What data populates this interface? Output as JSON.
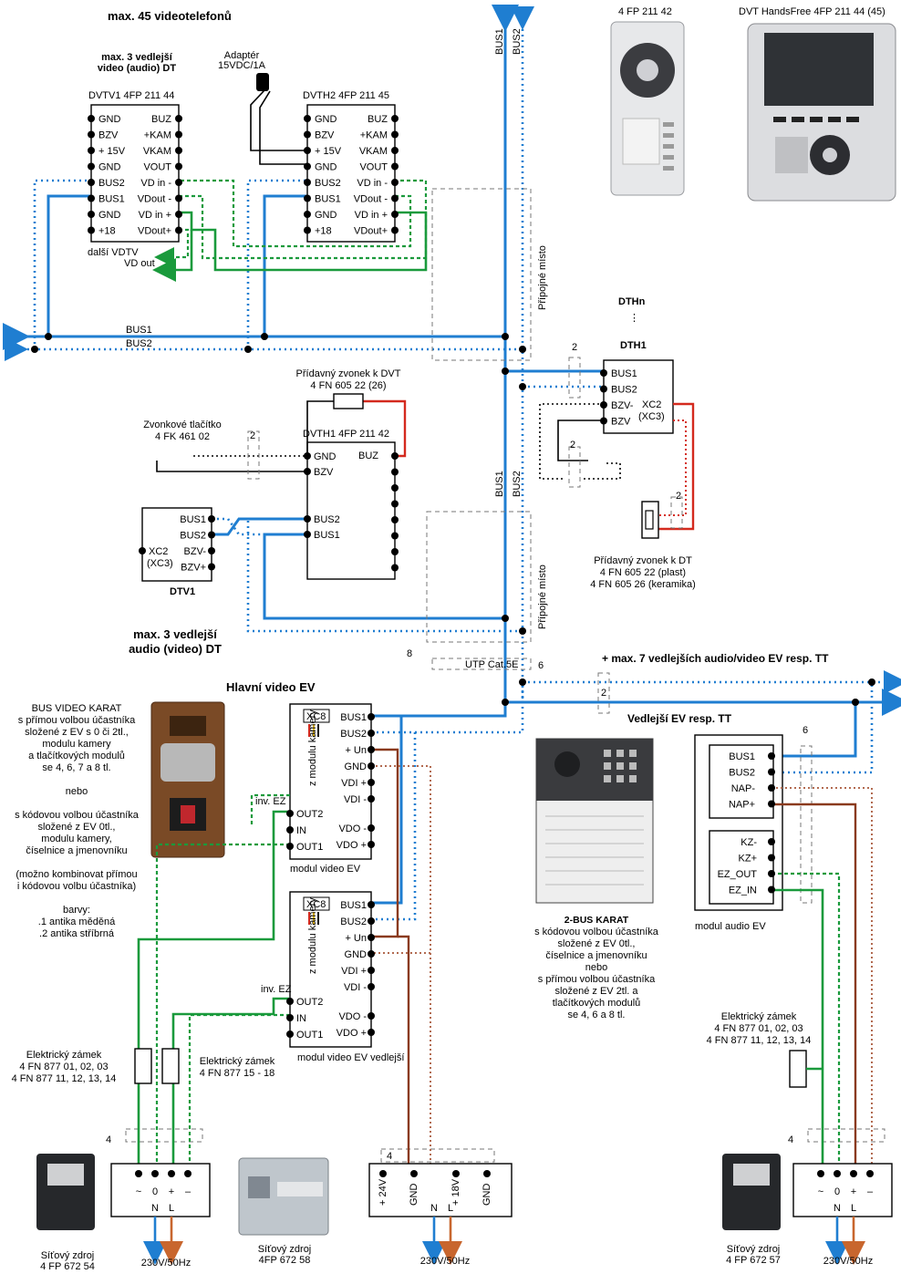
{
  "headings": {
    "max45": "max. 45 videotelefonů",
    "max3_video_l1": "max. 3 vedlejší",
    "max3_video_l2": "video (audio) DT",
    "max3_audio_l1": "max. 3 vedlejší",
    "max3_audio_l2": "audio (video) DT",
    "hlavni_ev": "Hlavní video EV",
    "vedlejsi_ev": "Vedlejší EV resp. TT",
    "max7": "+ max. 7 vedlejších audio/video EV resp. TT"
  },
  "adapter": {
    "l1": "Adaptér",
    "l2": "15VDC/1A"
  },
  "dvtv1": {
    "title": "DVTV1  4FP 211 44",
    "left": [
      "GND",
      "BZV",
      "+ 15V",
      "GND",
      "BUS2",
      "BUS1",
      "GND",
      "+18"
    ],
    "right": [
      "BUZ",
      "+KAM",
      "VKAM",
      "VOUT",
      "VD in -",
      "VDout -",
      "VD in +",
      "VDout+"
    ],
    "dalsi": "další VDTV",
    "vdout": "VD out"
  },
  "dvth2": {
    "title": "DVTH2  4FP 211 45",
    "left": [
      "GND",
      "BZV",
      "+ 15V",
      "GND",
      "BUS2",
      "BUS1",
      "GND",
      "+18"
    ],
    "right": [
      "BUZ",
      "+KAM",
      "VKAM",
      "VOUT",
      "VD in -",
      "VDout -",
      "VD in +",
      "VDout+"
    ]
  },
  "bus": {
    "bus1": "BUS1",
    "bus2": "BUS2"
  },
  "pripojne": "Přípojné místo",
  "products": {
    "p1": "4 FP 211 42",
    "p2": "DVT HandsFree 4FP 211 44 (45)"
  },
  "dthn": {
    "dthn": "DTHn",
    "dth1": "DTH1",
    "pins": [
      "BUS1",
      "BUS2",
      "BZV-",
      "BZV"
    ],
    "xc2": "XC2",
    "xc3": "(XC3)"
  },
  "pridavny_dvt": {
    "l1": "Přídavný zvonek k DVT",
    "l2": "4 FN 605 22 (26)"
  },
  "zvonkove": {
    "l1": "Zvonkové tlačítko",
    "l2": "4 FK 461 02"
  },
  "dvth1": {
    "title": "DVTH1  4FP 211 42",
    "pins": [
      "GND",
      "BZV",
      "BUS2",
      "BUS1"
    ],
    "buz": "BUZ"
  },
  "dtv1": {
    "label": "DTV1",
    "pins": [
      "BUS1",
      "BUS2",
      "BZV-",
      "BZV+"
    ],
    "xc2": "XC2",
    "xc3": "(XC3)"
  },
  "pridavny_dt": {
    "l1": "Přídavný zvonek k DT",
    "l2": "4 FN 605 22 (plast)",
    "l3": "4 FN 605 26 (keramika)"
  },
  "nums": {
    "two": "2",
    "four": "4",
    "six": "6",
    "eight": "8",
    "utp": "UTP Cat.5E"
  },
  "karat_left": {
    "lines": [
      "BUS VIDEO KARAT",
      "s přímou volbou účastníka",
      "složené z EV s 0 či 2tl.,",
      "modulu kamery",
      "a tlačítkových modulů",
      "se 4, 6, 7 a 8 tl.",
      "",
      "nebo",
      "",
      "s kódovou volbou účastníka",
      "složené z EV 0tl.,",
      "modulu kamery,",
      "číselnice a jmenovníku",
      "",
      "(možno kombinovat přímou",
      "i kódovou volbu účastníka)",
      "",
      "barvy:",
      ".1 antika měděná",
      ".2 antika stříbrná"
    ]
  },
  "mve": {
    "xc8": "XC8",
    "zmod": "z modulu kamery",
    "right": [
      "BUS1",
      "BUS2",
      "+ Un",
      "GND",
      "VDI +",
      "VDI -"
    ],
    "invez": "inv. EZ",
    "left": [
      "OUT2",
      "IN",
      "OUT1"
    ],
    "vdo": [
      "VDO -",
      "VDO +"
    ],
    "label": "modul video EV",
    "label2": "modul video EV vedlejší"
  },
  "karat_right": {
    "lines": [
      "2-BUS KARAT",
      "s kódovou volbou účastníka",
      "složené z EV 0tl.,",
      "číselnice a jmenovníku",
      "nebo",
      "s přímou volbou účastníka",
      "složené z EV 2tl. a",
      "tlačítkových modulů",
      "se 4, 6 a 8 tl."
    ]
  },
  "audio_ev": {
    "top": [
      "BUS1",
      "BUS2",
      "NAP-",
      "NAP+"
    ],
    "bottom": [
      "KZ-",
      "KZ+",
      "EZ_OUT",
      "EZ_IN"
    ],
    "label": "modul audio EV"
  },
  "zamek_l": {
    "lines": [
      "Elektrický zámek",
      "4 FN 877 01, 02, 03",
      "4 FN 877 11, 12, 13, 14"
    ]
  },
  "zamek_m": {
    "lines": [
      "Elektrický zámek",
      "4 FN 877 15 - 18"
    ]
  },
  "zamek_r": {
    "lines": [
      "Elektrický zámek",
      "4 FN 877 01, 02, 03",
      "4 FN 877 11, 12, 13, 14"
    ]
  },
  "psu": {
    "sym": [
      "~",
      "0",
      "+",
      "–"
    ],
    "n": "N",
    "l": "L",
    "mid": [
      "+ 24V",
      "GND",
      "+ 18V",
      "GND"
    ],
    "z1": [
      "Síťový zdroj",
      "4 FP 672 54"
    ],
    "z2": [
      "Síťový zdroj",
      "4FP 672 58"
    ],
    "z3": [
      "Síťový zdroj",
      "4 FP 672 57"
    ],
    "mains": "230V/50Hz"
  }
}
